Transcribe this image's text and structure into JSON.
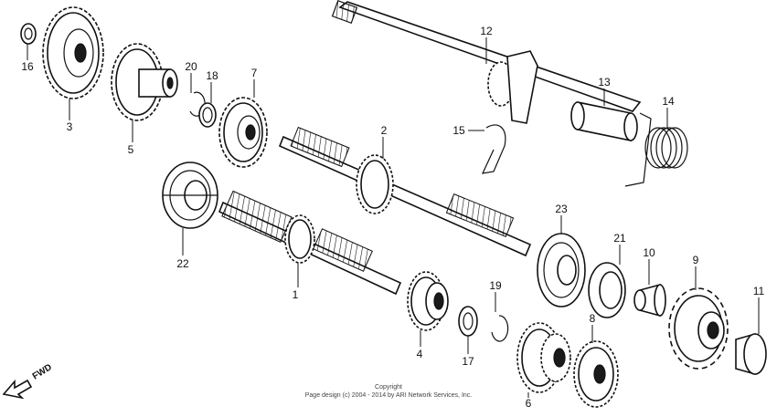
{
  "callouts": [
    {
      "id": "1",
      "label": "1"
    },
    {
      "id": "2",
      "label": "2"
    },
    {
      "id": "3",
      "label": "3"
    },
    {
      "id": "4",
      "label": "4"
    },
    {
      "id": "5",
      "label": "5"
    },
    {
      "id": "6",
      "label": "6"
    },
    {
      "id": "7",
      "label": "7"
    },
    {
      "id": "8",
      "label": "8"
    },
    {
      "id": "9",
      "label": "9"
    },
    {
      "id": "10",
      "label": "10"
    },
    {
      "id": "11",
      "label": "11"
    },
    {
      "id": "12",
      "label": "12"
    },
    {
      "id": "13",
      "label": "13"
    },
    {
      "id": "14",
      "label": "14"
    },
    {
      "id": "15",
      "label": "15"
    },
    {
      "id": "16",
      "label": "16"
    },
    {
      "id": "17",
      "label": "17"
    },
    {
      "id": "18",
      "label": "18"
    },
    {
      "id": "19",
      "label": "19"
    },
    {
      "id": "20",
      "label": "20"
    },
    {
      "id": "21",
      "label": "21"
    },
    {
      "id": "22",
      "label": "22"
    },
    {
      "id": "23",
      "label": "23"
    }
  ],
  "fwd_label": "FWD",
  "copyright_line1": "Copyright",
  "copyright_line2": "Page design (c) 2004 - 2014 by ARI Network Services, Inc."
}
